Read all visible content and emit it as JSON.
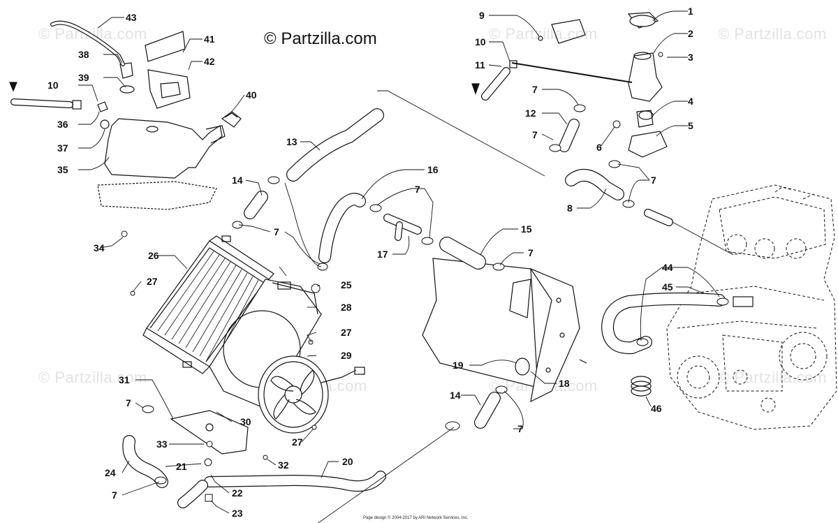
{
  "watermark": "© Partzilla.com",
  "brand_text": "© Partzilla.com",
  "footer_text": "Page design © 2004-2017 by ARI Network Services, Inc.",
  "callouts": [
    {
      "id": "c1",
      "label": "1"
    },
    {
      "id": "c2",
      "label": "2"
    },
    {
      "id": "c3",
      "label": "3"
    },
    {
      "id": "c4",
      "label": "4"
    },
    {
      "id": "c5",
      "label": "5"
    },
    {
      "id": "c6",
      "label": "6"
    },
    {
      "id": "c7a",
      "label": "7"
    },
    {
      "id": "c7b",
      "label": "7"
    },
    {
      "id": "c7c",
      "label": "7"
    },
    {
      "id": "c7d",
      "label": "7"
    },
    {
      "id": "c7e",
      "label": "7"
    },
    {
      "id": "c7f",
      "label": "7"
    },
    {
      "id": "c7g",
      "label": "7"
    },
    {
      "id": "c7h",
      "label": "7"
    },
    {
      "id": "c7i",
      "label": "7"
    },
    {
      "id": "c8",
      "label": "8"
    },
    {
      "id": "c9",
      "label": "9"
    },
    {
      "id": "c10a",
      "label": "10"
    },
    {
      "id": "c10b",
      "label": "10"
    },
    {
      "id": "c11",
      "label": "11"
    },
    {
      "id": "c12",
      "label": "12"
    },
    {
      "id": "c13",
      "label": "13"
    },
    {
      "id": "c14a",
      "label": "14"
    },
    {
      "id": "c14b",
      "label": "14"
    },
    {
      "id": "c15",
      "label": "15"
    },
    {
      "id": "c16",
      "label": "16"
    },
    {
      "id": "c17",
      "label": "17"
    },
    {
      "id": "c18",
      "label": "18"
    },
    {
      "id": "c19",
      "label": "19"
    },
    {
      "id": "c20",
      "label": "20"
    },
    {
      "id": "c21",
      "label": "21"
    },
    {
      "id": "c22",
      "label": "22"
    },
    {
      "id": "c23",
      "label": "23"
    },
    {
      "id": "c24",
      "label": "24"
    },
    {
      "id": "c25",
      "label": "25"
    },
    {
      "id": "c26",
      "label": "26"
    },
    {
      "id": "c27a",
      "label": "27"
    },
    {
      "id": "c27b",
      "label": "27"
    },
    {
      "id": "c27c",
      "label": "27"
    },
    {
      "id": "c28",
      "label": "28"
    },
    {
      "id": "c29",
      "label": "29"
    },
    {
      "id": "c30",
      "label": "30"
    },
    {
      "id": "c31",
      "label": "31"
    },
    {
      "id": "c32",
      "label": "32"
    },
    {
      "id": "c33",
      "label": "33"
    },
    {
      "id": "c34",
      "label": "34"
    },
    {
      "id": "c35",
      "label": "35"
    },
    {
      "id": "c36",
      "label": "36"
    },
    {
      "id": "c37",
      "label": "37"
    },
    {
      "id": "c38",
      "label": "38"
    },
    {
      "id": "c39",
      "label": "39"
    },
    {
      "id": "c40",
      "label": "40"
    },
    {
      "id": "c41",
      "label": "41"
    },
    {
      "id": "c42",
      "label": "42"
    },
    {
      "id": "c43",
      "label": "43"
    },
    {
      "id": "c44",
      "label": "44"
    },
    {
      "id": "c45",
      "label": "45"
    },
    {
      "id": "c46",
      "label": "46"
    }
  ]
}
